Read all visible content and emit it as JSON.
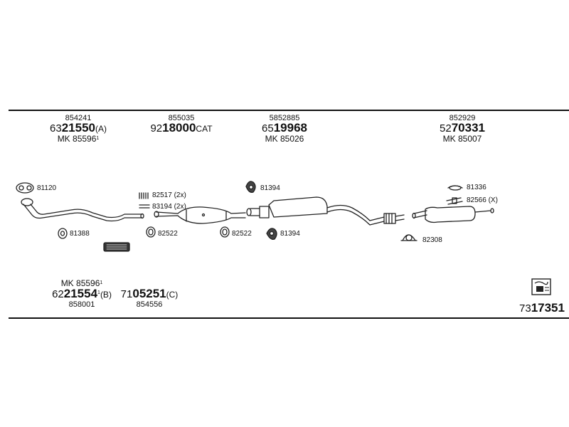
{
  "top_groups": [
    {
      "ref": "854241",
      "code_prefix": "63",
      "code_bold": "21550",
      "code_suffix": "(A)",
      "mk": "MK  85596",
      "mk_sup": "1"
    },
    {
      "ref": "855035",
      "code_prefix": "92",
      "code_bold": "18000",
      "code_suffix": "CAT",
      "mk": "",
      "mk_sup": ""
    },
    {
      "ref": "5852885",
      "code_prefix": "65",
      "code_bold": "19968",
      "code_suffix": "",
      "mk": "MK  85026",
      "mk_sup": ""
    },
    {
      "ref": "852929",
      "code_prefix": "52",
      "code_bold": "70331",
      "code_suffix": "",
      "mk": "MK  85007",
      "mk_sup": ""
    }
  ],
  "part_labels": {
    "p81120": "81120",
    "p81388": "81388",
    "p82517": "82517 (2x)",
    "p83194": "83194 (2x)",
    "p82522a": "82522",
    "p82522b": "82522",
    "p81394a": "81394",
    "p81394b": "81394",
    "p81336": "81336",
    "p82566": "82566 (X)",
    "p82308": "82308"
  },
  "bottom_left": {
    "mk": "MK  85596",
    "mk_sup": "1",
    "code_prefix": "62",
    "code_bold": "21554",
    "code_sup": "1",
    "code_suffix": "(B)",
    "ref": "858001"
  },
  "bottom_mid": {
    "code_prefix": "71",
    "code_bold": "05251",
    "code_suffix": "(C)",
    "ref": "854556"
  },
  "bottom_right": {
    "code_prefix": "73",
    "code_bold": "17351"
  },
  "icons": [
    "catalog-diagram-icon"
  ]
}
